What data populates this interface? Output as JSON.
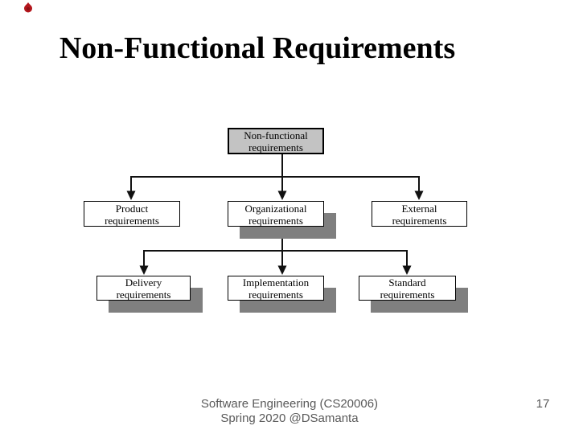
{
  "slide": {
    "title": "Non-Functional Requirements",
    "footer": {
      "line1": "Software Engineering (CS20006)",
      "line2": "Spring 2020 @DSamanta"
    },
    "page_number": "17"
  },
  "diagram": {
    "type": "tree",
    "nodes": {
      "root": {
        "label": "Non-functional requirements"
      },
      "product": {
        "label": "Product requirements"
      },
      "organizational": {
        "label": "Organizational requirements"
      },
      "external": {
        "label": "External requirements"
      },
      "delivery": {
        "label": "Delivery requirements"
      },
      "implementation": {
        "label": "Implementation requirements"
      },
      "standard": {
        "label": "Standard requirements"
      }
    },
    "edges": [
      {
        "from": "root",
        "to": "product"
      },
      {
        "from": "root",
        "to": "organizational"
      },
      {
        "from": "root",
        "to": "external"
      },
      {
        "from": "organizational",
        "to": "delivery"
      },
      {
        "from": "organizational",
        "to": "implementation"
      },
      {
        "from": "organizational",
        "to": "standard"
      }
    ],
    "colors": {
      "root_fill": "#c3c3c3",
      "box_fill": "#ffffff",
      "box_border": "#000000",
      "shadow": "#7f7f7f",
      "connector": "#111111"
    }
  },
  "colors": {
    "title_text": "#000000",
    "footer_text": "#595959",
    "logo_red": "#b3161c",
    "background": "#ffffff"
  }
}
